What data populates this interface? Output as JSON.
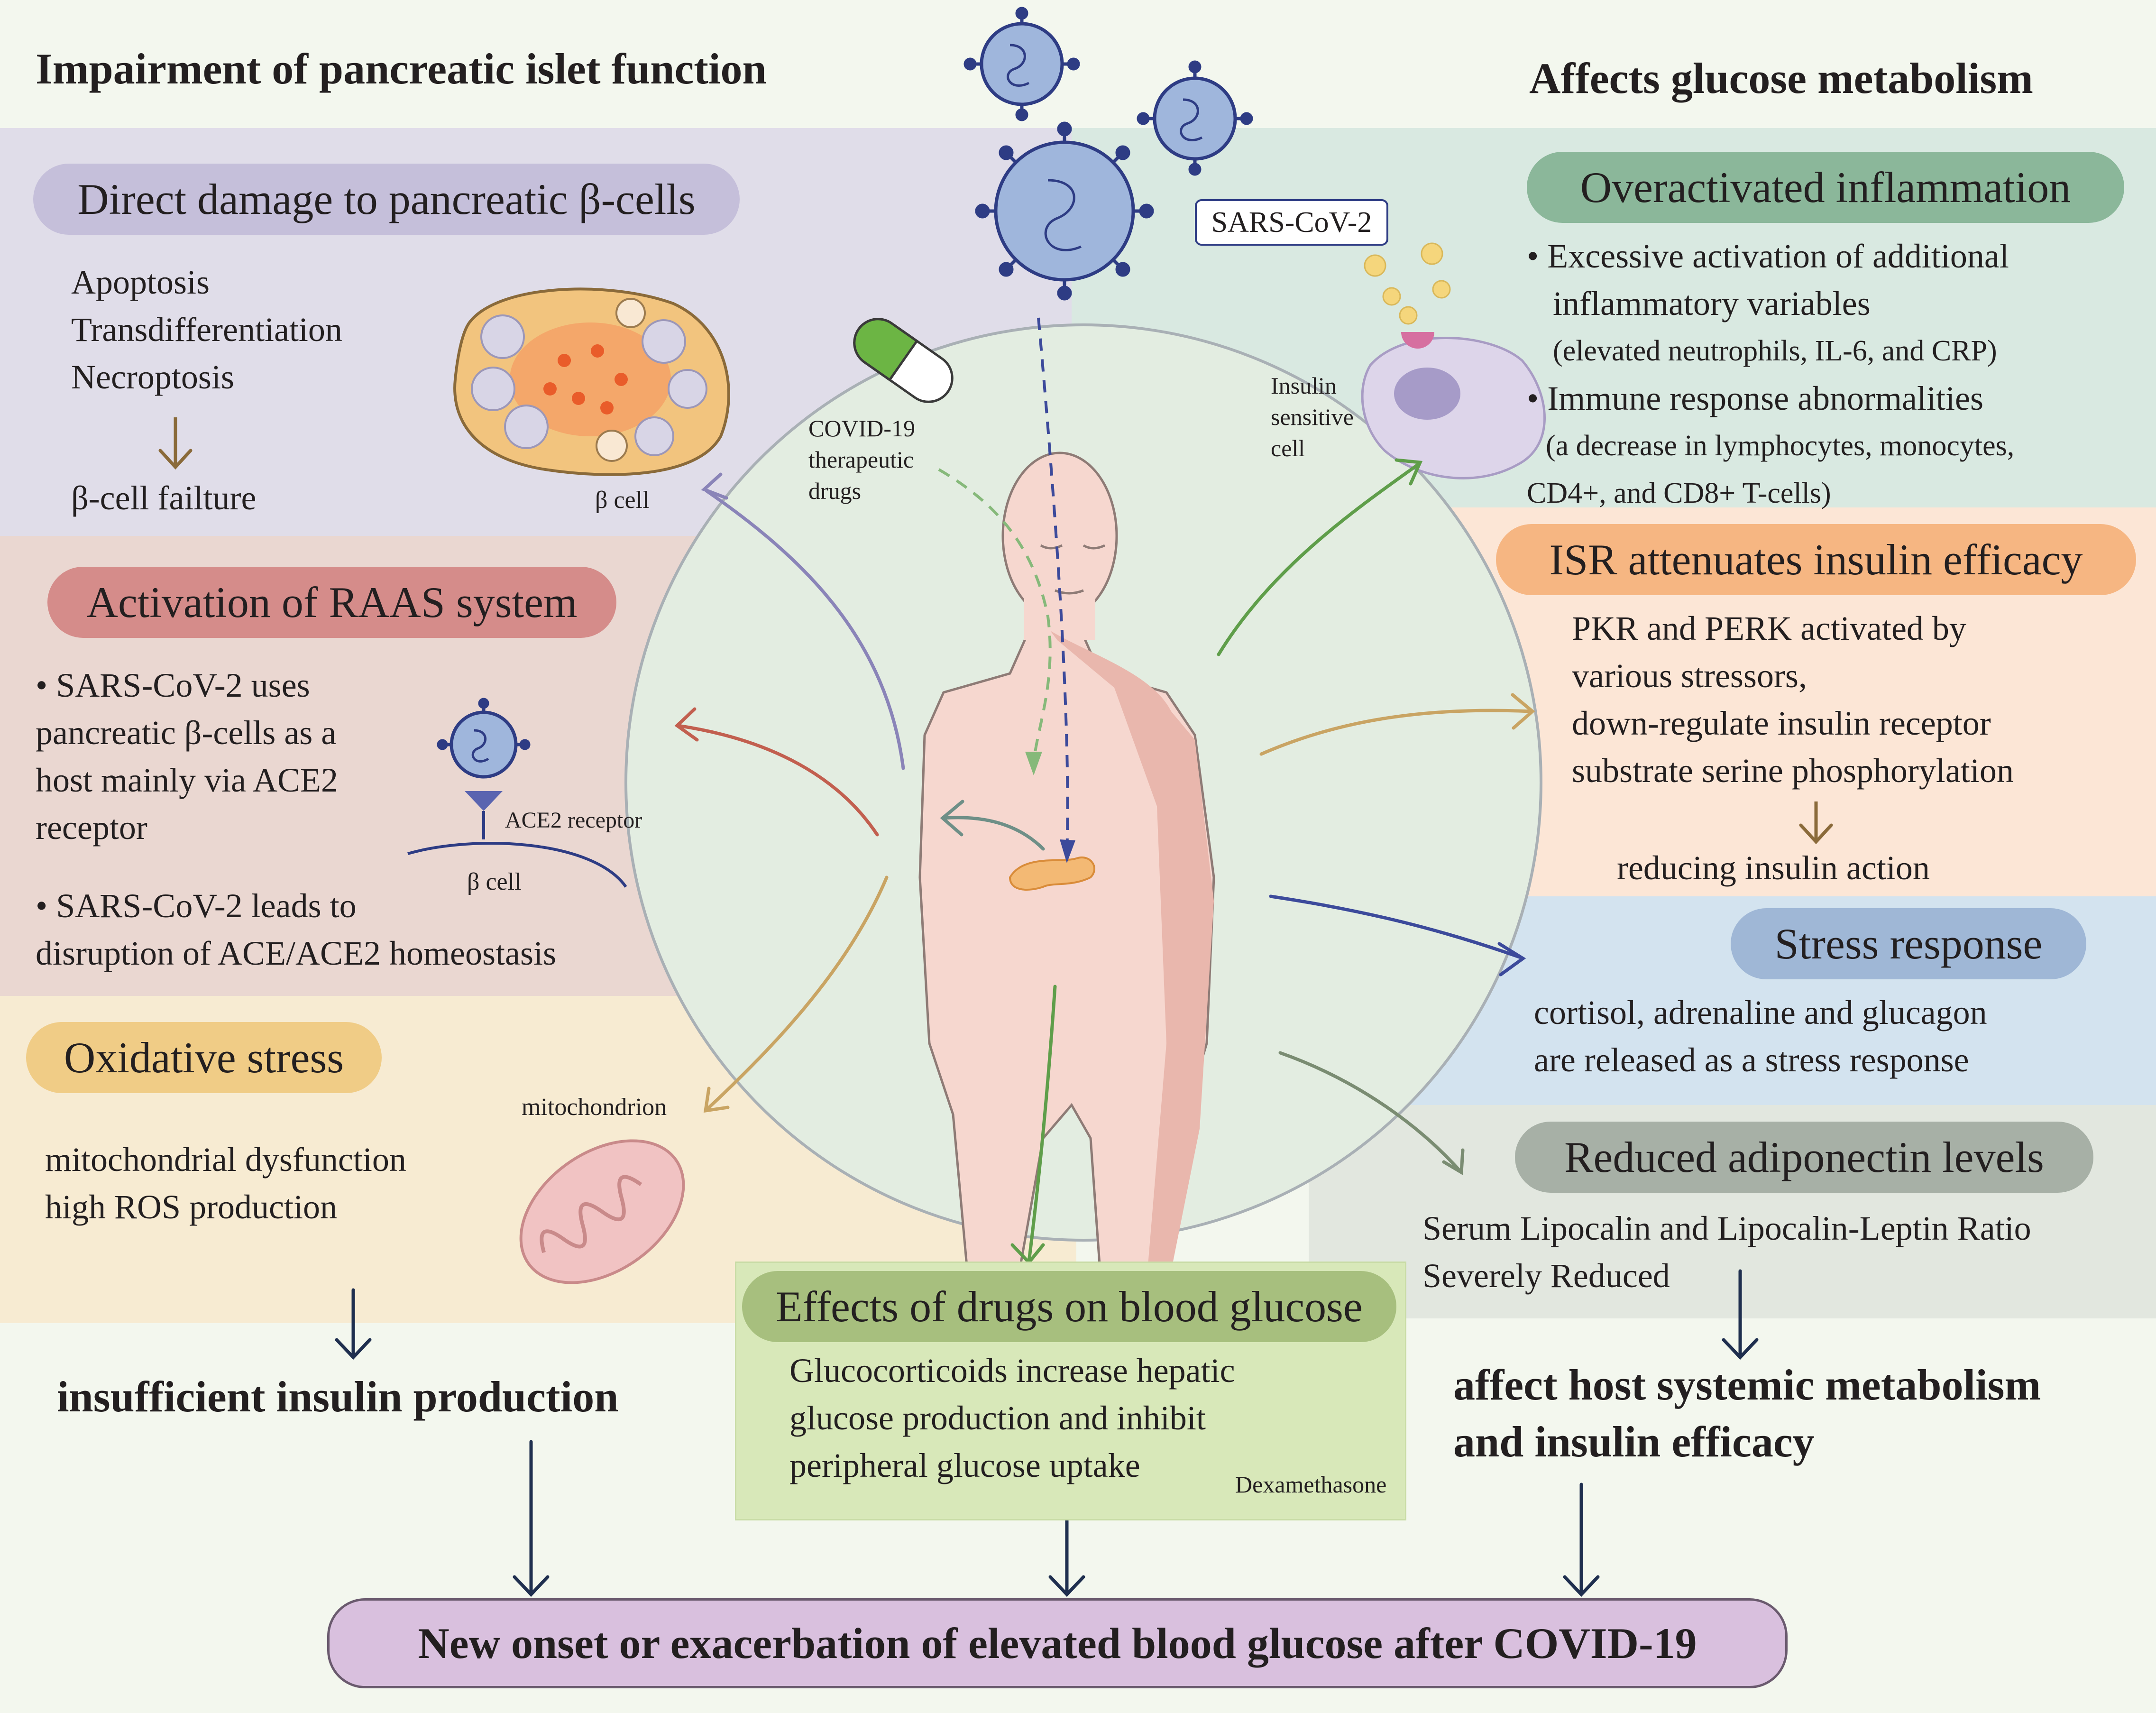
{
  "headers": {
    "left": "Impairment of pancreatic islet function",
    "right": "Affects glucose metabolism"
  },
  "left": {
    "beta_damage": {
      "title": "Direct damage to pancreatic β-cells",
      "items": [
        "Apoptosis",
        "Transdifferentiation",
        "Necroptosis"
      ],
      "result": "β-cell failture",
      "image_label": "β cell"
    },
    "raas": {
      "title": "Activation of RAAS system",
      "bullet1": [
        "• SARS-CoV-2 uses",
        "pancreatic β-cells as a",
        "host mainly via ACE2",
        "receptor"
      ],
      "bullet2": [
        "• SARS-CoV-2 leads to",
        "disruption of ACE/ACE2 homeostasis"
      ],
      "receptor_label": "ACE2 receptor",
      "cell_label": "β cell"
    },
    "oxidative": {
      "title": "Oxidative stress",
      "items": [
        "mitochondrial dysfunction",
        "high ROS production"
      ],
      "image_label": "mitochondrion"
    },
    "conclusion": "insufficient insulin production"
  },
  "center": {
    "virus_label": "SARS-CoV-2",
    "drug_label": [
      "COVID-19",
      "therapeutic",
      "drugs"
    ],
    "cell_label": [
      "Insulin",
      "sensitive",
      "cell"
    ]
  },
  "right": {
    "inflammation": {
      "title": "Overactivated inflammation",
      "lines": [
        "• Excessive activation of additional",
        "inflammatory variables",
        "(elevated neutrophils, IL-6, and CRP)",
        "• Immune response abnormalities",
        "(a decrease in lymphocytes, monocytes,",
        "CD4+, and CD8+ T-cells)"
      ]
    },
    "isr": {
      "title": "ISR attenuates insulin efficacy",
      "lines": [
        "PKR and PERK activated by",
        "various stressors,",
        "down-regulate insulin receptor",
        "substrate serine phosphorylation"
      ],
      "result": "reducing insulin action"
    },
    "stress": {
      "title": "Stress response",
      "lines": [
        "cortisol, adrenaline and glucagon",
        "are released as a stress response"
      ]
    },
    "adiponectin": {
      "title": "Reduced adiponectin levels",
      "lines": [
        "Serum Lipocalin and Lipocalin-Leptin Ratio",
        "Severely Reduced"
      ]
    },
    "conclusion": [
      "affect host systemic metabolism",
      "and insulin efficacy"
    ]
  },
  "drugs": {
    "title": "Effects of drugs on blood glucose",
    "lines": [
      "Glucocorticoids increase hepatic",
      "glucose production and inhibit",
      "peripheral glucose uptake"
    ],
    "drug_name": "Dexamethasone"
  },
  "final": "New onset or exacerbation of elevated blood glucose after COVID-19",
  "colors": {
    "beta_panel": "#e0dde9",
    "raas_panel": "#ead7d1",
    "oxidative_panel": "#f7ebd2",
    "inflammation_panel": "#d9e9e1",
    "isr_panel": "#fce6d6",
    "stress_panel": "#d3e3ef",
    "adiponectin_panel": "#e2e7df",
    "drug_panel": "#d8e8b9",
    "final_pill": "#d9c0de"
  }
}
